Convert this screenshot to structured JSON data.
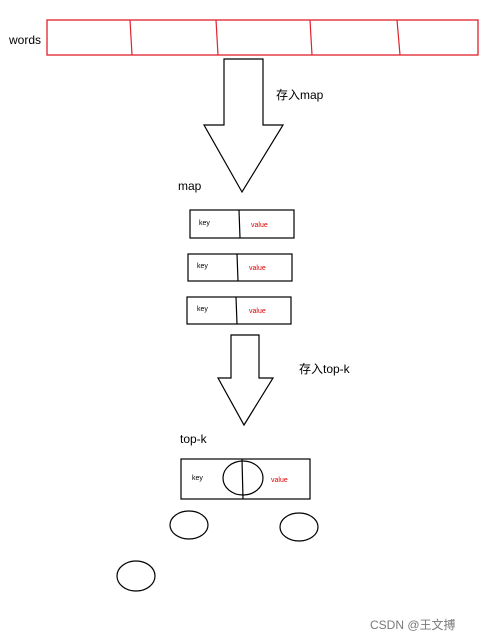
{
  "labels": {
    "words": "words",
    "store_into_map": "存入map",
    "map_title": "map",
    "store_into_topk": "存入top-k",
    "topk_title": "top-k"
  },
  "map_rows": [
    {
      "key": "key",
      "value": "value"
    },
    {
      "key": "key",
      "value": "value"
    },
    {
      "key": "key",
      "value": "value"
    }
  ],
  "topk_node": {
    "key": "key",
    "value": "value"
  },
  "watermark": "CSDN @王文搏",
  "colors": {
    "words_border": "#e0202a",
    "value_text": "#e00000",
    "stroke": "#000000"
  }
}
